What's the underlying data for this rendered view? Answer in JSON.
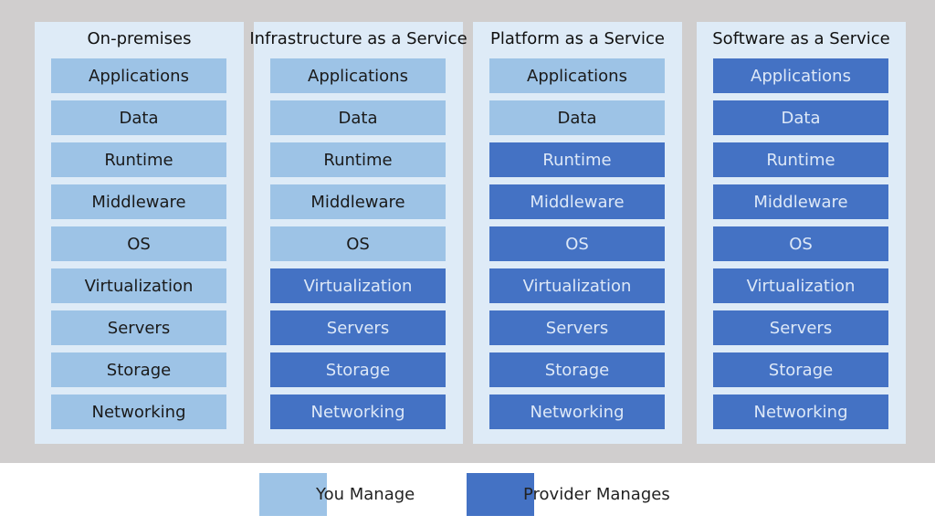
{
  "columns": [
    {
      "title": "On-premises",
      "layers": [
        {
          "label": "Applications",
          "managed_by": "you"
        },
        {
          "label": "Data",
          "managed_by": "you"
        },
        {
          "label": "Runtime",
          "managed_by": "you"
        },
        {
          "label": "Middleware",
          "managed_by": "you"
        },
        {
          "label": "OS",
          "managed_by": "you"
        },
        {
          "label": "Virtualization",
          "managed_by": "you"
        },
        {
          "label": "Servers",
          "managed_by": "you"
        },
        {
          "label": "Storage",
          "managed_by": "you"
        },
        {
          "label": "Networking",
          "managed_by": "you"
        }
      ]
    },
    {
      "title": "Infrastructure as a Service",
      "layers": [
        {
          "label": "Applications",
          "managed_by": "you"
        },
        {
          "label": "Data",
          "managed_by": "you"
        },
        {
          "label": "Runtime",
          "managed_by": "you"
        },
        {
          "label": "Middleware",
          "managed_by": "you"
        },
        {
          "label": "OS",
          "managed_by": "you"
        },
        {
          "label": "Virtualization",
          "managed_by": "provider"
        },
        {
          "label": "Servers",
          "managed_by": "provider"
        },
        {
          "label": "Storage",
          "managed_by": "provider"
        },
        {
          "label": "Networking",
          "managed_by": "provider"
        }
      ]
    },
    {
      "title": "Platform as a Service",
      "layers": [
        {
          "label": "Applications",
          "managed_by": "you"
        },
        {
          "label": "Data",
          "managed_by": "you"
        },
        {
          "label": "Runtime",
          "managed_by": "provider"
        },
        {
          "label": "Middleware",
          "managed_by": "provider"
        },
        {
          "label": "OS",
          "managed_by": "provider"
        },
        {
          "label": "Virtualization",
          "managed_by": "provider"
        },
        {
          "label": "Servers",
          "managed_by": "provider"
        },
        {
          "label": "Storage",
          "managed_by": "provider"
        },
        {
          "label": "Networking",
          "managed_by": "provider"
        }
      ]
    },
    {
      "title": "Software as a Service",
      "layers": [
        {
          "label": "Applications",
          "managed_by": "provider"
        },
        {
          "label": "Data",
          "managed_by": "provider"
        },
        {
          "label": "Runtime",
          "managed_by": "provider"
        },
        {
          "label": "Middleware",
          "managed_by": "provider"
        },
        {
          "label": "OS",
          "managed_by": "provider"
        },
        {
          "label": "Virtualization",
          "managed_by": "provider"
        },
        {
          "label": "Servers",
          "managed_by": "provider"
        },
        {
          "label": "Storage",
          "managed_by": "provider"
        },
        {
          "label": "Networking",
          "managed_by": "provider"
        }
      ]
    }
  ],
  "legend": {
    "you_label": "You Manage",
    "provider_label": "Provider Manages"
  },
  "colors": {
    "background": "#d0cece",
    "column_panel": "#deebf7",
    "you_manage": "#9dc3e6",
    "provider_manages": "#4472c4"
  }
}
